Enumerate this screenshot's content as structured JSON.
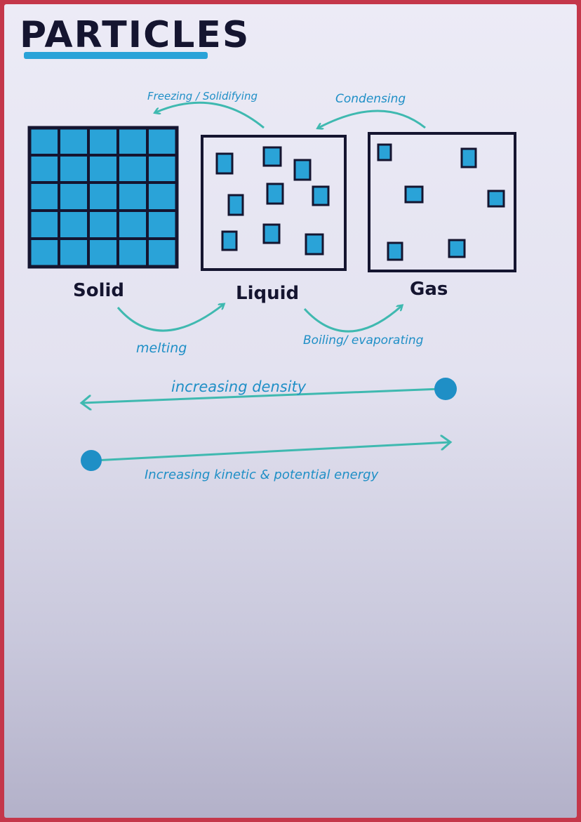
{
  "title": "PARTICLES",
  "states": {
    "solid": "Solid",
    "liquid": "Liquid",
    "gas": "Gas"
  },
  "transitions": {
    "freezing": "Freezing / Solidifying",
    "condensing": "Condensing",
    "melting": "melting",
    "boiling": "Boiling/ evaporating"
  },
  "scales": {
    "density": "increasing density",
    "energy": "Increasing kinetic & potential energy"
  },
  "colors": {
    "particle_blue": "#2aa3d8",
    "ink_blue": "#1f8fc6",
    "teal": "#3fb9b0",
    "ink_black": "#151530"
  }
}
